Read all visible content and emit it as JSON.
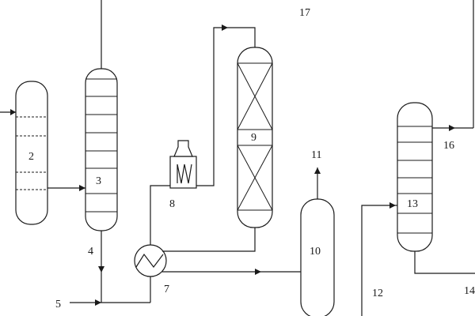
{
  "labels": {
    "l2": "2",
    "l3": "3",
    "l4": "4",
    "l5": "5",
    "l7": "7",
    "l8": "8",
    "l9": "9",
    "l10": "10",
    "l11": "11",
    "l12": "12",
    "l13": "13",
    "l14": "14",
    "l16": "16",
    "l17": "17"
  },
  "colors": {
    "line": "#1a1a1a",
    "background": "#ffffff"
  }
}
